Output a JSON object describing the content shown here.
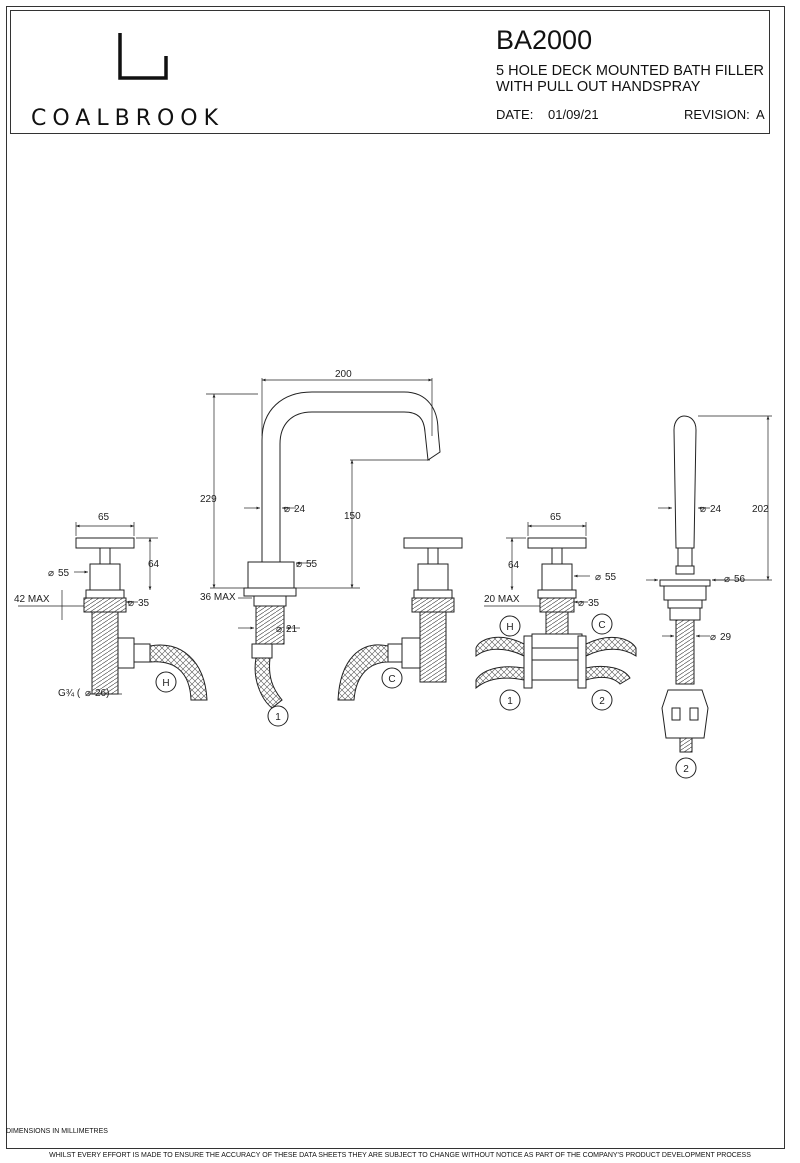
{
  "header": {
    "brand": "COALBROOK",
    "product_code": "BA2000",
    "description_line1": "5 HOLE DECK MOUNTED BATH FILLER",
    "description_line2": "WITH PULL OUT HANDSPRAY",
    "date_label": "DATE:",
    "date_value": "01/09/21",
    "revision_label": "REVISION:",
    "revision_value": "A"
  },
  "dimensions": {
    "spout_reach": "200",
    "spout_height": "229",
    "spout_outlet_height": "150",
    "spout_dia": "24",
    "spout_base_dia": "55",
    "spout_deck_max": "36 MAX",
    "spout_shank_dia": "21",
    "handle_width": "65",
    "valve_height": "64",
    "valve_base_dia": "55",
    "valve_shank_dia": "35",
    "valve_deck_max": "42 MAX",
    "thread": "G¾ (",
    "thread_dia": "26)",
    "diverter_deck_max": "20 MAX",
    "handspray_height": "202",
    "handspray_dia": "24",
    "handspray_base_dia": "56",
    "handspray_shank_dia": "29"
  },
  "labels": {
    "hot": "H",
    "cold": "C",
    "conn1": "1",
    "conn2": "2"
  },
  "footer": {
    "units": "DIMENSIONS IN  MILLIMETRES",
    "disclaimer": "WHILST EVERY EFFORT IS MADE TO ENSURE THE ACCURACY OF THESE DATA SHEETS THEY ARE SUBJECT TO CHANGE WITHOUT NOTICE AS PART OF THE COMPANY'S PRODUCT DEVELOPMENT PROCESS"
  }
}
